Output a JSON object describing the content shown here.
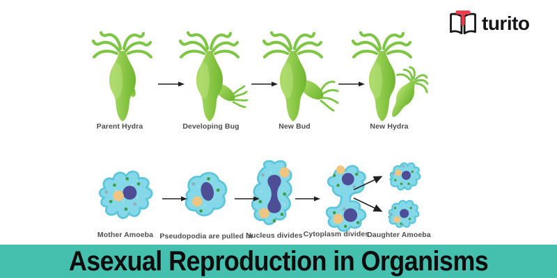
{
  "logo": {
    "text": "turito"
  },
  "title_bar": {
    "text": "Asexual Reproduction in Organisms",
    "background": "#45BFAE",
    "text_color": "#0d0d0d"
  },
  "hydra_sequence": {
    "stages": [
      {
        "label": "Parent Hydra"
      },
      {
        "label": "Developing Bug"
      },
      {
        "label": "New Bud"
      },
      {
        "label": "New Hydra"
      }
    ]
  },
  "amoeba_sequence": {
    "stages": [
      {
        "label": "Mother Amoeba"
      },
      {
        "label": "Pseudopodia are pulled in"
      },
      {
        "label": "Nucleus divides"
      },
      {
        "label": "Cytoplasm divides"
      },
      {
        "label": "Daughter Amoeba"
      }
    ]
  },
  "colors": {
    "hydra_green_light": "#AEDC68",
    "hydra_green_dark": "#6FB62F",
    "tentacle_green": "#7FC546",
    "amoeba_body": "#85D8E7",
    "amoeba_outline": "#5BC5DA",
    "nucleus_indigo": "#4E4E96",
    "vacuole_orange": "#F0C581",
    "granule_green": "#3F9E44",
    "granule_gray": "#8FADB6",
    "arrow_black": "#1f1f1f",
    "bar_teal": "#45BFAE",
    "logo_red": "#ED3B4B",
    "logo_black": "#17171a"
  },
  "icons": {
    "logo": "open-book-icon",
    "flow": "right-arrow-icon"
  }
}
